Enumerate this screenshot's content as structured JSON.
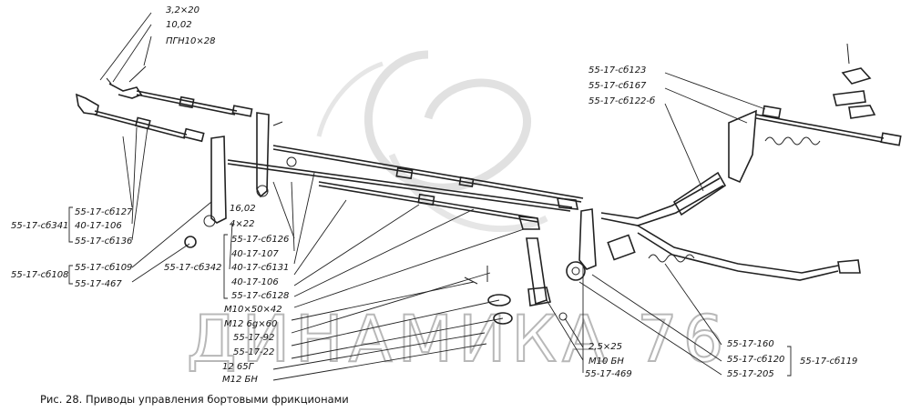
{
  "labels_top_left": [
    "3,2×20",
    "10,02",
    "ПГН10×28"
  ],
  "group_left_upper": {
    "id": "55-17-сб341",
    "items": [
      "55-17-сб127",
      "40-17-106",
      "55-17-сб136"
    ]
  },
  "group_left_lower": {
    "id": "55-17-сб108",
    "items": [
      "55-17-сб109",
      "55-17-467"
    ]
  },
  "label_sb342": "55-17-сб342",
  "labels_center": [
    "16,02",
    "4×22",
    "55-17-сб126",
    "40-17-107",
    "40-17-сб131",
    "40-17-106",
    "55-17-сб128",
    "М10×50×42",
    "М12 6g×60",
    "55-17-92",
    "55-17-22",
    "12 65Г",
    "М12 БН"
  ],
  "labels_center_right": [
    "2,5×25",
    "М10 БН",
    "55-17-469"
  ],
  "labels_top_right": [
    "55-17-сб123",
    "55-17-сб167",
    "55-17-сб122-б"
  ],
  "group_bottom_right": {
    "id": "55-17-сб119",
    "items": [
      "55-17-160",
      "55-17-сб120",
      "55-17-205"
    ]
  },
  "caption": "Рис. 28. Приводы управления бортовыми фрикционами",
  "watermark": "ДИНАМИКА 76"
}
